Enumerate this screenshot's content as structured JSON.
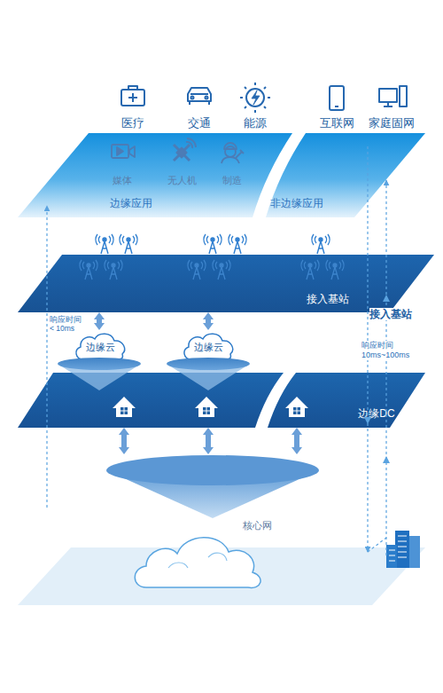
{
  "diagram": {
    "nodes": [
      {
        "text": [
          "媒体",
          "无人机",
          "制造",
          "边缘应用"
        ]
      },
      {
        "text": [
          "非边缘应用"
        ]
      },
      {
        "text": [
          "接入基站"
        ]
      },
      {
        "text": [
          "边缘云"
        ]
      },
      {
        "text": [
          "边缘云"
        ]
      },
      {
        "text": [
          "边缘DC"
        ]
      },
      {
        "text": [
          "核心网"
        ]
      }
    ],
    "edges": [
      {
        "from": 2,
        "to": 3,
        "arrow": "both"
      },
      {
        "from": 2,
        "to": 4,
        "arrow": "both"
      },
      {
        "from": 5,
        "to": 6,
        "arrow": "both"
      },
      {
        "from": 5,
        "to": 6,
        "arrow": "both"
      },
      {
        "from": 5,
        "to": 6,
        "arrow": "both"
      }
    ],
    "labels": [
      "医疗",
      "交通",
      "能源",
      "互联网",
      "家庭固网",
      "响应时间 < 10ms",
      "接入基站",
      "响应时间 10ms~100ms"
    ]
  }
}
